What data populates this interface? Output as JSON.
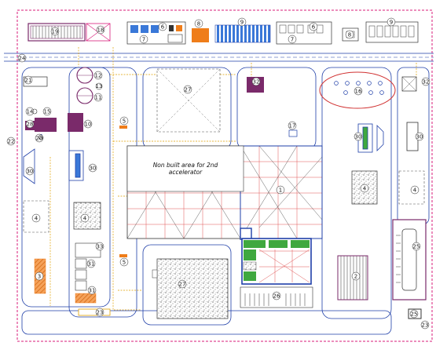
{
  "plan": {
    "note_line1": "Non built area for 2nd",
    "note_line2": "accelerator",
    "markers": {
      "m1": "1",
      "m2": "2",
      "m3": "3",
      "m4a": "4",
      "m4b": "4",
      "m4c": "4",
      "m4d": "4",
      "m5a": "5",
      "m5b": "5",
      "m6a": "6",
      "m6b": "6",
      "m7a": "7",
      "m7b": "7",
      "m8a": "8",
      "m8b": "8",
      "m9a": "9",
      "m9b": "9",
      "m10": "10",
      "m11": "11",
      "m12": "12",
      "m13": "13",
      "m14": "14",
      "m15": "15",
      "m16": "16",
      "m17": "17",
      "m18": "18",
      "m19": "19",
      "m20": "20",
      "m21": "21",
      "m22": "22",
      "m23a": "23",
      "m23b": "23",
      "m24": "24",
      "m25a": "25",
      "m25b": "25",
      "m26": "26",
      "m27": "27",
      "m28": "28",
      "m29": "29",
      "m30a": "30",
      "m30b": "30",
      "m30c": "30",
      "m30d": "30",
      "m31a": "31",
      "m31b": "31",
      "m32a": "32",
      "m32b": "32",
      "m33": "33"
    }
  },
  "colors": {
    "site_boundary": "#d81b7a",
    "road_outline": "#1f3fa8",
    "service_line": "#e0a000",
    "hatched_orange": "#ef7d1a",
    "building_purple": "#7a2a6a",
    "grid_red": "#e05555",
    "green_block": "#3fa83f",
    "blue_panel": "#3a78d8",
    "highlight_ellipse": "#d03030"
  }
}
